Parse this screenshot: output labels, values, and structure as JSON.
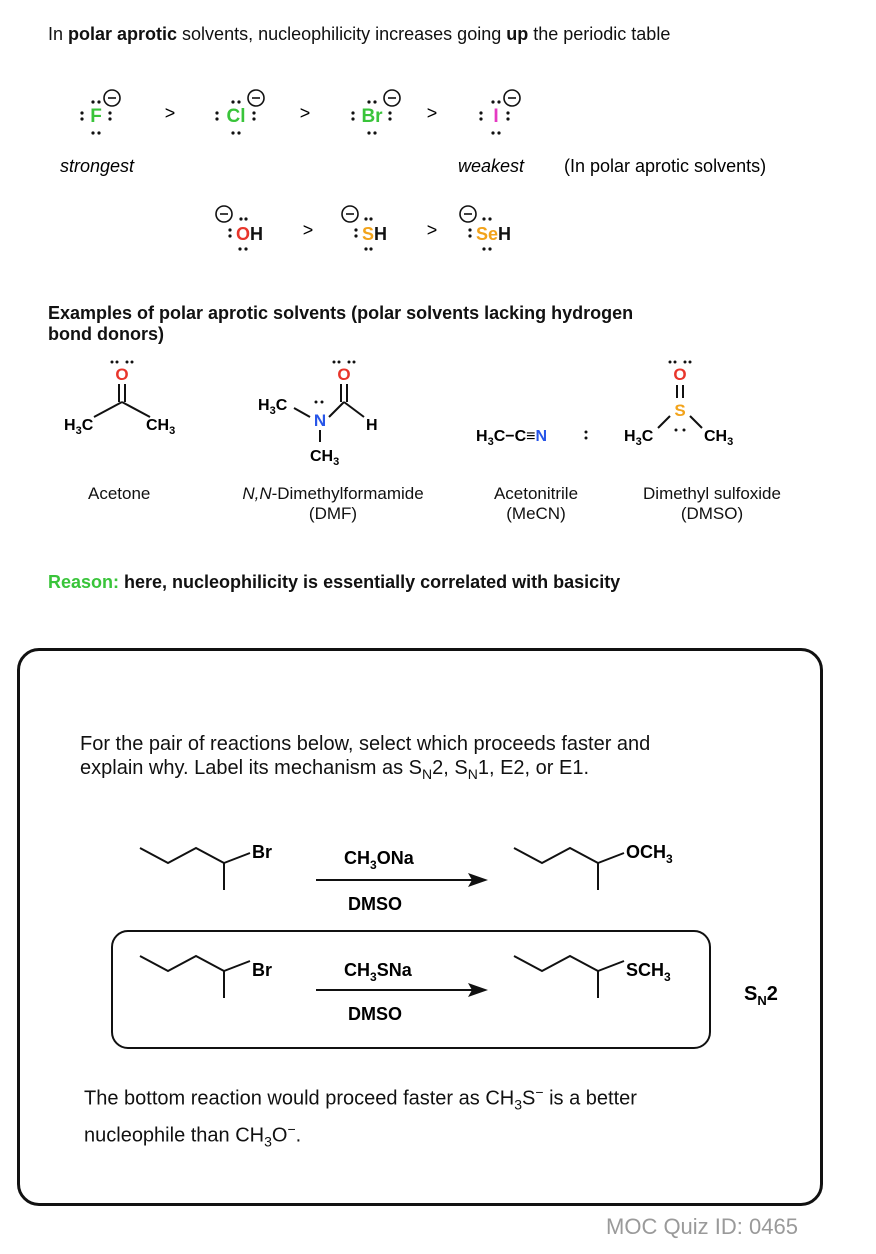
{
  "header": {
    "intro_1": "In ",
    "intro_bold_1": "polar aprotic",
    "intro_2": " solvents, nucleophilicity increases going ",
    "intro_bold_2": "up",
    "intro_3": " the periodic table"
  },
  "halides": {
    "items": [
      {
        "symbol": "F",
        "color": "#39c43a"
      },
      {
        "symbol": "Cl",
        "color": "#39c43a"
      },
      {
        "symbol": "Br",
        "color": "#39c43a"
      },
      {
        "symbol": "I",
        "color": "#e53ac2"
      }
    ],
    "gt": ">",
    "strongest": "strongest",
    "weakest": "weakest",
    "note": "(In polar aprotic solvents)"
  },
  "chalcogenides": {
    "items": [
      {
        "symbol": "O",
        "color": "#e8352b",
        "suffix": "H"
      },
      {
        "symbol": "S",
        "color": "#f2a31b",
        "suffix": "H"
      },
      {
        "symbol": "Se",
        "color": "#f2a31b",
        "suffix": "H"
      }
    ]
  },
  "examples": {
    "heading_1": "Examples of polar aprotic solvents (polar solvents lacking hydrogen",
    "heading_2": "bond donors)",
    "solvents": [
      {
        "name": "Acetone",
        "abbr": ""
      },
      {
        "name_italic": "N,N",
        "name": "-Dimethylformamide",
        "abbr": "(DMF)"
      },
      {
        "name": "Acetonitrile",
        "abbr": "(MeCN)"
      },
      {
        "name": "Dimethyl sulfoxide",
        "abbr": "(DMSO)"
      }
    ]
  },
  "reason": {
    "label": "Reason:",
    "text": " here, nucleophilicity is essentially correlated with basicity",
    "label_color": "#39c43a"
  },
  "quiz": {
    "question_1": "For the pair of reactions below, select which proceeds faster and",
    "question_2a": "explain why.  Label its mechanism as S",
    "question_2b": "2, S",
    "question_2c": "1, E2, or E1.",
    "sub_n": "N",
    "reaction_1": {
      "leaving_group": "Br",
      "reagent_a": "CH",
      "reagent_sub": "3",
      "reagent_b": "ONa",
      "solvent": "DMSO",
      "product_a": "OCH",
      "product_sub": "3"
    },
    "reaction_2": {
      "leaving_group": "Br",
      "reagent_a": "CH",
      "reagent_sub": "3",
      "reagent_b": "SNa",
      "solvent": "DMSO",
      "product_a": "SCH",
      "product_sub": "3"
    },
    "mechanism_a": "S",
    "mechanism_sub": "N",
    "mechanism_b": "2",
    "answer_1a": "The bottom reaction would proceed faster as CH",
    "answer_1b": "S",
    "answer_1c": " is a better",
    "answer_2a": "nucleophile than CH",
    "answer_2b": "O",
    "sub_3": "3",
    "sup_minus": "−",
    "answer_2c": "."
  },
  "footer": {
    "quiz_id": "MOC Quiz ID: 0465"
  },
  "chem": {
    "h3c": "H",
    "ch3": "CH",
    "sub3": "3",
    "n": "N",
    "o": "O",
    "s": "S",
    "h": "H",
    "c_triple": "H",
    "nitrile_mid": "C−C≡",
    "n_color": "#2755e8",
    "o_color": "#e8352b",
    "s_color": "#f2a31b"
  }
}
